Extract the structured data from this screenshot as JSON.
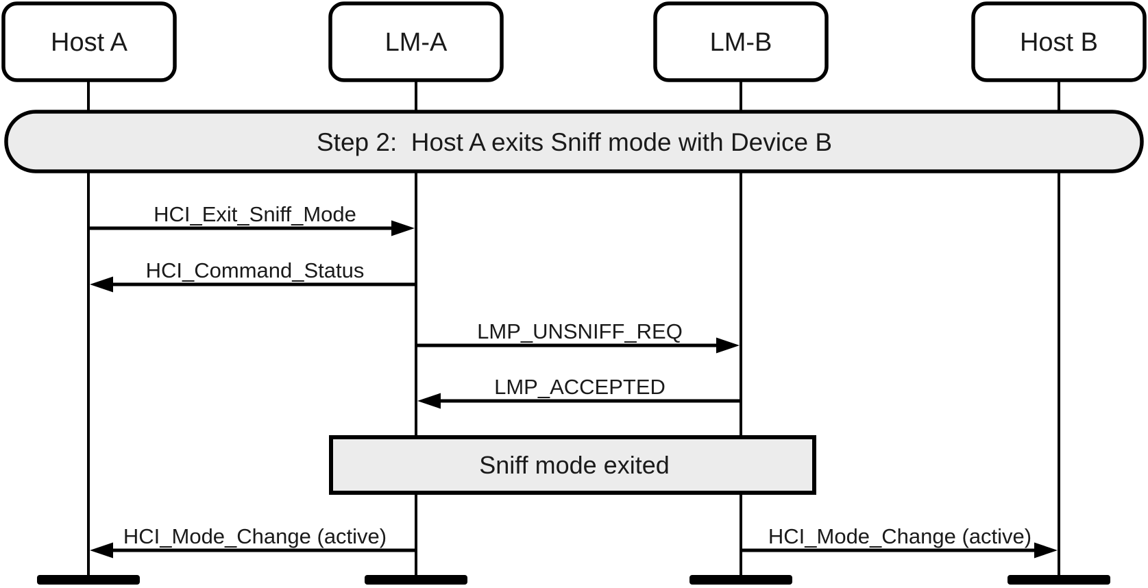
{
  "diagram": {
    "banner": {
      "text": "Step 2:  Host A exits Sniff mode with Device B"
    },
    "actors": [
      {
        "label": "Host A"
      },
      {
        "label": "LM-A"
      },
      {
        "label": "LM-B"
      },
      {
        "label": "Host B"
      }
    ],
    "messages": [
      {
        "label": "HCI_Exit_Sniff_Mode",
        "from": "Host A",
        "to": "LM-A"
      },
      {
        "label": "HCI_Command_Status",
        "from": "LM-A",
        "to": "Host A"
      },
      {
        "label": "LMP_UNSNIFF_REQ",
        "from": "LM-A",
        "to": "LM-B"
      },
      {
        "label": "LMP_ACCEPTED",
        "from": "LM-B",
        "to": "LM-A"
      },
      {
        "label": "HCI_Mode_Change (active)",
        "from": "LM-A",
        "to": "Host A"
      },
      {
        "label": "HCI_Mode_Change (active)",
        "from": "LM-B",
        "to": "Host B"
      }
    ],
    "note": {
      "text": "Sniff mode exited"
    },
    "colors": {
      "line": "#000000",
      "light_fill": "#ececec",
      "background": "#ffffff"
    }
  }
}
